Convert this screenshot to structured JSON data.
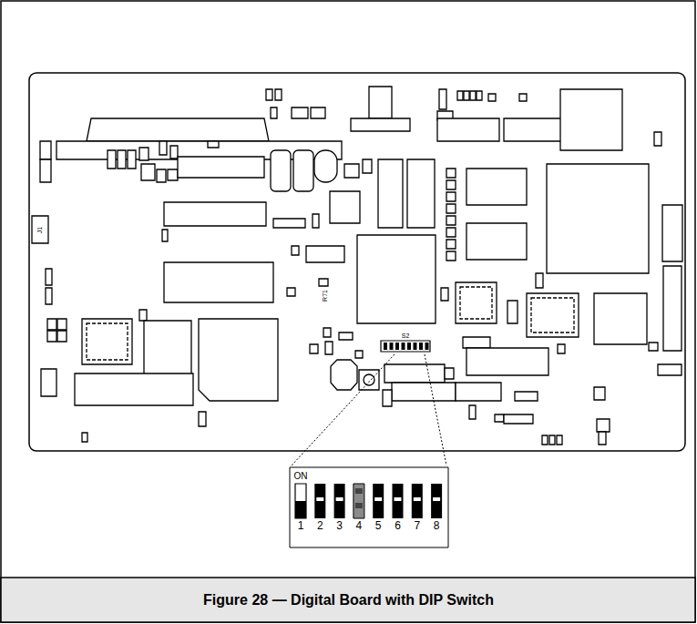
{
  "diagram": {
    "caption": "Figure 28 — Digital Board with DIP Switch",
    "labels": [
      "S2",
      "R71",
      "J1",
      "ON",
      "1",
      "2",
      "3",
      "4",
      "5",
      "6",
      "7",
      "8"
    ]
  }
}
